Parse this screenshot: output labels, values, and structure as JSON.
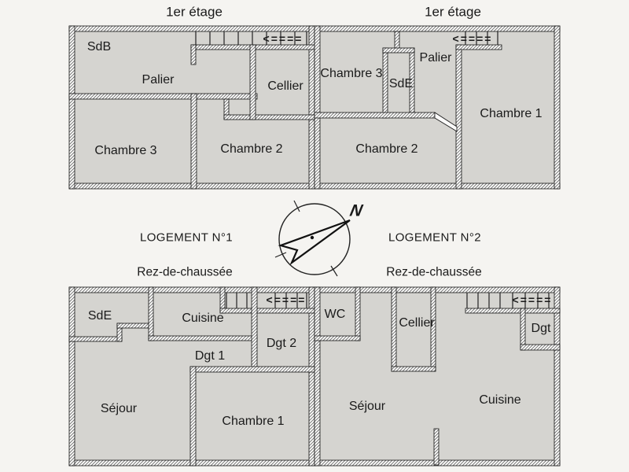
{
  "colors": {
    "background": "#f5f4f1",
    "room_fill": "#d5d4d0",
    "wall_fill": "#fdfdfc",
    "wall_hatch": "#666666",
    "ink": "#1a1a1a"
  },
  "units": [
    {
      "caption": "LOGEMENT N°1"
    },
    {
      "caption": "LOGEMENT N°2"
    }
  ],
  "compass": {
    "north_label": "N"
  },
  "stair_arrow_symbol": "<====",
  "plans": [
    {
      "unit": "LOGEMENT N°1",
      "floor_title": "1er étage",
      "rooms": [
        {
          "name": "SdB"
        },
        {
          "name": "Palier"
        },
        {
          "name": "Cellier"
        },
        {
          "name": "Chambre 3"
        },
        {
          "name": "Chambre 2"
        }
      ]
    },
    {
      "unit": "LOGEMENT N°2",
      "floor_title": "1er étage",
      "rooms": [
        {
          "name": "Chambre 3"
        },
        {
          "name": "SdE"
        },
        {
          "name": "Palier"
        },
        {
          "name": "Chambre 1"
        },
        {
          "name": "Chambre 2"
        }
      ]
    },
    {
      "unit": "LOGEMENT N°1",
      "floor_title": "Rez-de-chaussée",
      "rooms": [
        {
          "name": "SdE"
        },
        {
          "name": "Cuisine"
        },
        {
          "name": "Dgt 2"
        },
        {
          "name": "Dgt 1"
        },
        {
          "name": "Séjour"
        },
        {
          "name": "Chambre 1"
        }
      ]
    },
    {
      "unit": "LOGEMENT N°2",
      "floor_title": "Rez-de-chaussée",
      "rooms": [
        {
          "name": "WC"
        },
        {
          "name": "Cellier"
        },
        {
          "name": "Dgt"
        },
        {
          "name": "Séjour"
        },
        {
          "name": "Cuisine"
        }
      ]
    }
  ]
}
